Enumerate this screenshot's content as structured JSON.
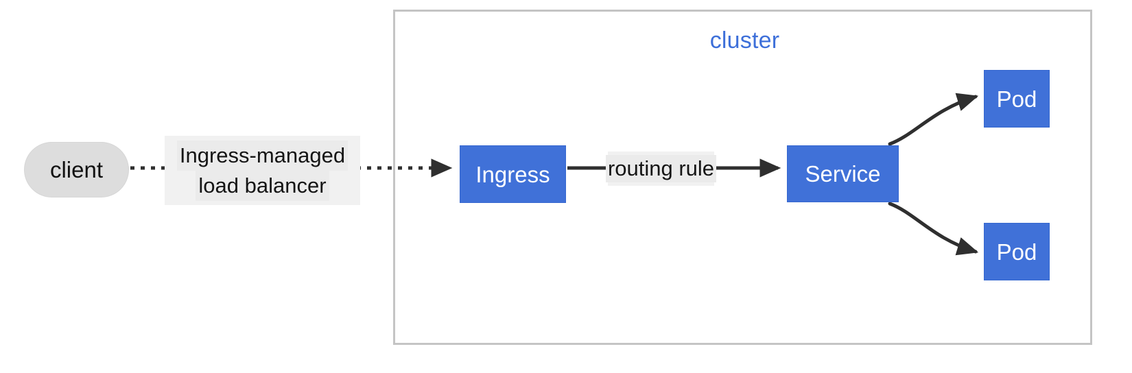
{
  "diagram": {
    "type": "kubernetes-ingress-flow",
    "background_color": "#ffffff",
    "accent_color": "#4071d8",
    "cluster": {
      "label": "cluster",
      "label_color": "#3d6fd9",
      "border_color": "#c4c4c4"
    },
    "nodes": [
      {
        "id": "client",
        "label": "client",
        "shape": "stadium",
        "fill": "#dddddd",
        "text_color": "#111111"
      },
      {
        "id": "ingress",
        "label": "Ingress",
        "shape": "rect",
        "fill": "#4071d8",
        "text_color": "#ffffff"
      },
      {
        "id": "service",
        "label": "Service",
        "shape": "rect",
        "fill": "#4071d8",
        "text_color": "#ffffff"
      },
      {
        "id": "pod-top",
        "label": "Pod",
        "shape": "rect",
        "fill": "#4071d8",
        "text_color": "#ffffff"
      },
      {
        "id": "pod-bottom",
        "label": "Pod",
        "shape": "rect",
        "fill": "#4071d8",
        "text_color": "#ffffff"
      }
    ],
    "edges": [
      {
        "id": "client-to-ingress",
        "from": "client",
        "to": "ingress",
        "style": "dotted",
        "arrow": "filled-triangle",
        "label_line_1": "Ingress-managed",
        "label_line_2": "load balancer"
      },
      {
        "id": "ingress-to-service",
        "from": "ingress",
        "to": "service",
        "style": "solid",
        "arrow": "filled-triangle",
        "label": "routing rule"
      },
      {
        "id": "service-to-pod-top",
        "from": "service",
        "to": "pod-top",
        "style": "solid-curved",
        "arrow": "filled-triangle",
        "label": ""
      },
      {
        "id": "service-to-pod-bottom",
        "from": "service",
        "to": "pod-bottom",
        "style": "solid-curved",
        "arrow": "filled-triangle",
        "label": ""
      }
    ]
  }
}
